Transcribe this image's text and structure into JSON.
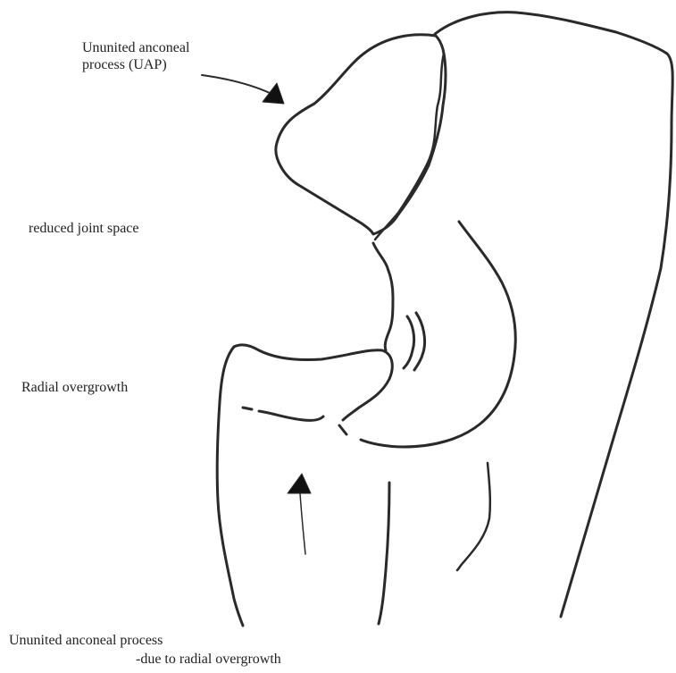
{
  "labels": {
    "uap_line1": "Ununited anconeal",
    "uap_line2": "process (UAP)",
    "joint_space": "reduced joint space",
    "radial_overgrowth": "Radial overgrowth",
    "caption_line1": "Ununited anconeal process",
    "caption_line2": "-due to radial overgrowth"
  },
  "colors": {
    "ink": "#2a2a2a",
    "background": "#ffffff"
  }
}
